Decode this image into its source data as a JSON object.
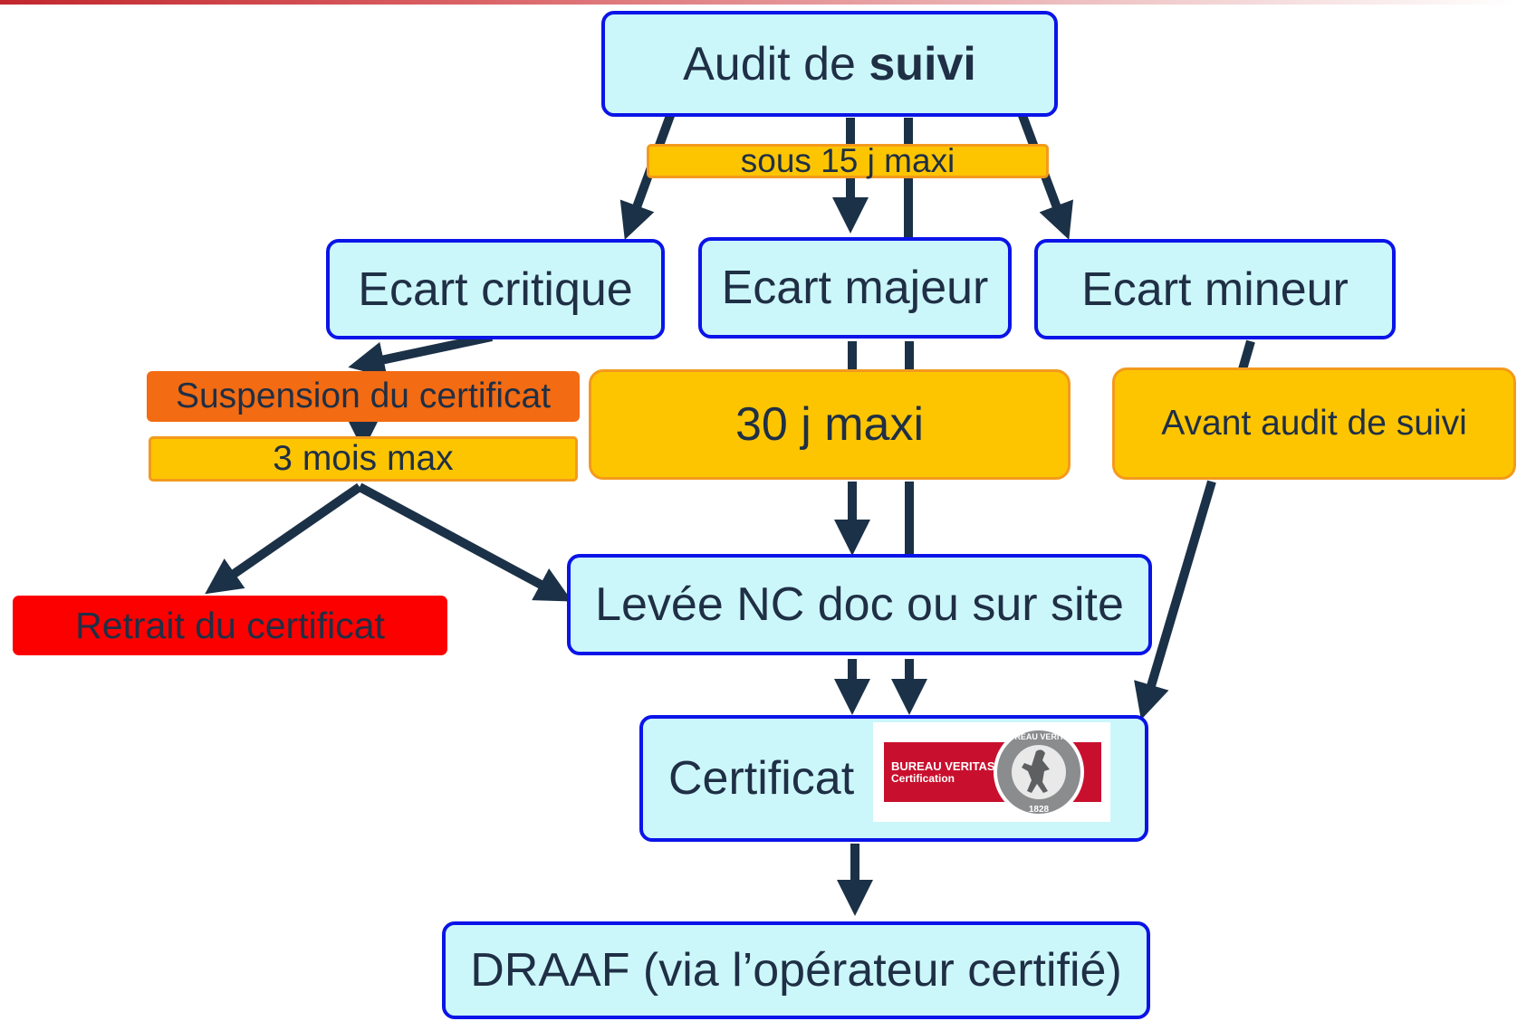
{
  "nodes": {
    "audit": {
      "text_plain": "Audit de ",
      "text_bold": "suivi"
    },
    "critique": "Ecart critique",
    "majeur": "Ecart majeur",
    "mineur": "Ecart mineur",
    "levee": "Levée NC doc ou sur site",
    "certificat": "Certificat",
    "draaf": "DRAAF (via l’opérateur certifié)"
  },
  "labels": {
    "sous15": "sous 15 j maxi",
    "suspension": "Suspension du certificat",
    "trois_mois": "3 mois max",
    "trente_j": "30 j maxi",
    "avant_audit": "Avant audit de suivi",
    "retrait": "Retrait du certificat"
  },
  "logo": {
    "line1": "BUREAU VERITAS",
    "line2": "Certification",
    "seal_top": "BUREAU VERITAS",
    "seal_year": "1828"
  },
  "colors": {
    "node_fill": "#ccf7fa",
    "node_border": "#0a14e8",
    "arrow": "#1b3147",
    "yellow": "#fdc500",
    "orange": "#f36b12",
    "red": "#fc0000",
    "brand_red": "#c8102e"
  }
}
